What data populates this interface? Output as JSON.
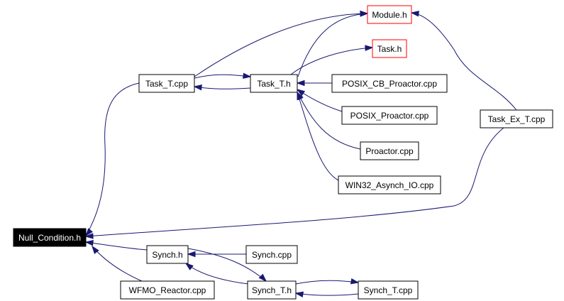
{
  "colors": {
    "edge": "#191970",
    "highlight_border": "#ff0000",
    "root_fill": "#000000",
    "root_text": "#ffffff"
  },
  "nodes": {
    "null_condition_h": "Null_Condition.h",
    "task_t_cpp": "Task_T.cpp",
    "task_t_h": "Task_T.h",
    "module_h": "Module.h",
    "task_h": "Task.h",
    "posix_cb_proactor_cpp": "POSIX_CB_Proactor.cpp",
    "posix_proactor_cpp": "POSIX_Proactor.cpp",
    "proactor_cpp": "Proactor.cpp",
    "win32_asynch_io_cpp": "WIN32_Asynch_IO.cpp",
    "task_ex_t_cpp": "Task_Ex_T.cpp",
    "synch_h": "Synch.h",
    "synch_cpp": "Synch.cpp",
    "wfmo_reactor_cpp": "WFMO_Reactor.cpp",
    "synch_t_h": "Synch_T.h",
    "synch_t_cpp": "Synch_T.cpp"
  }
}
